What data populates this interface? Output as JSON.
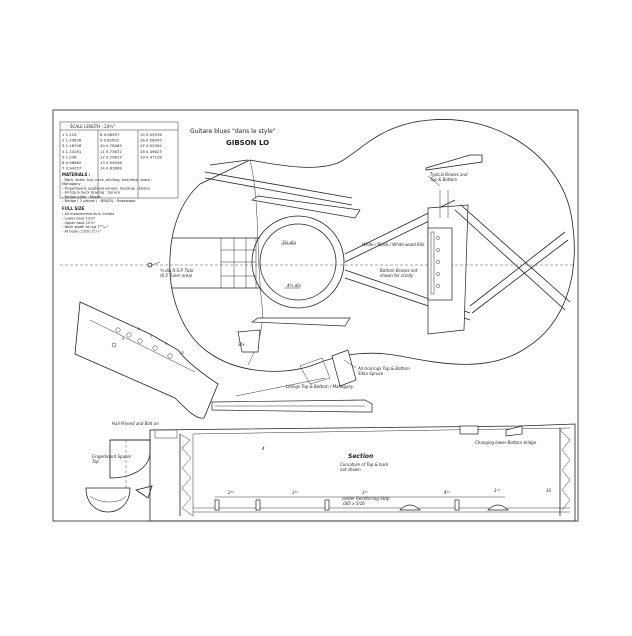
{
  "title": {
    "line1": "Guitare blues \"dans le style\"",
    "line2": "GIBSON LO"
  },
  "scale_table": {
    "header": "SCALE LENGTH : 24¾\"",
    "rows": [
      [
        "1  1.222",
        "8  0.98957",
        "15  0.55378"
      ],
      [
        "2  1.20878",
        "9  0.82672",
        "16  0.56045"
      ],
      [
        "3  1.16706",
        "10  0.78065",
        "17  0.52992"
      ],
      [
        "4  1.10291",
        "11  0.73672",
        "18  0.49823"
      ],
      [
        "5  1.036",
        "12  0.70613",
        "19  0.47128"
      ],
      [
        "6  0.96662",
        "13  0.59046",
        ""
      ],
      [
        "7  0.94257",
        "14  0.62608",
        ""
      ]
    ]
  },
  "materials": {
    "heading": "MATERIALS :",
    "items": [
      "- Back, sides, top, neck, binding, end/neck, block :",
      "   Mahogany",
      "- Fingerboard, peghead veneer, headcap : Ebony",
      "- All top & back bracing : Spruce",
      "- Bridge plate : Maple",
      "- Bridge ( 2 pieces ) : BRAZIL : Rosewood"
    ]
  },
  "full_size": {
    "heading": "FULL SIZE",
    "items": [
      "- All measurements in inches",
      "- Lower bout 13⅝\"",
      "- Upper bout 10⅛\"",
      "- Neck width at nut 1¹⁹/₃₂\"",
      "- At body (12th) 2¹/₁₆\""
    ]
  },
  "annotations": {
    "typical_braces": "Typical Braces and\nTop & Bottom",
    "white_black_white": "White / Black / White wood Kits",
    "bottom_braces": "Bottom Braces not\nshown for clarity",
    "soundhole_1": "3⅝ dia",
    "soundhole_2": "4¼ dia",
    "tuner": "¾ dia R.S.P. Tuto\n(6.5 Tuner area)",
    "all_bracings": "All bracings Top & Bottom\nSitka Spruce",
    "linings": "Linings Top & Bottom / Mahogany",
    "truss": "Hall Pinned and Bolt on",
    "fingerboard_spaces": "Fingerboard Spacer\nTop",
    "section_title": "Section",
    "section_sub": "Curvature of Top & back\nnot shown",
    "changing_bridge": "Changing lower Bottom bridge",
    "center_strip": "center Reinforcing Strip\n.085 x 5/16",
    "dim_1": "2¹⁴",
    "dim_2": "3¹⁶",
    "dim_3": "3¹³",
    "dim_4": "4¹⁶",
    "dim_5": "1¹³",
    "dim_6": "10",
    "depth_small": "3⅜",
    "depth_large": "4",
    "fret_3": "3",
    "fret_5": "5",
    "fret_7": "7",
    "fret_9": "9",
    "fret_12": "12"
  }
}
